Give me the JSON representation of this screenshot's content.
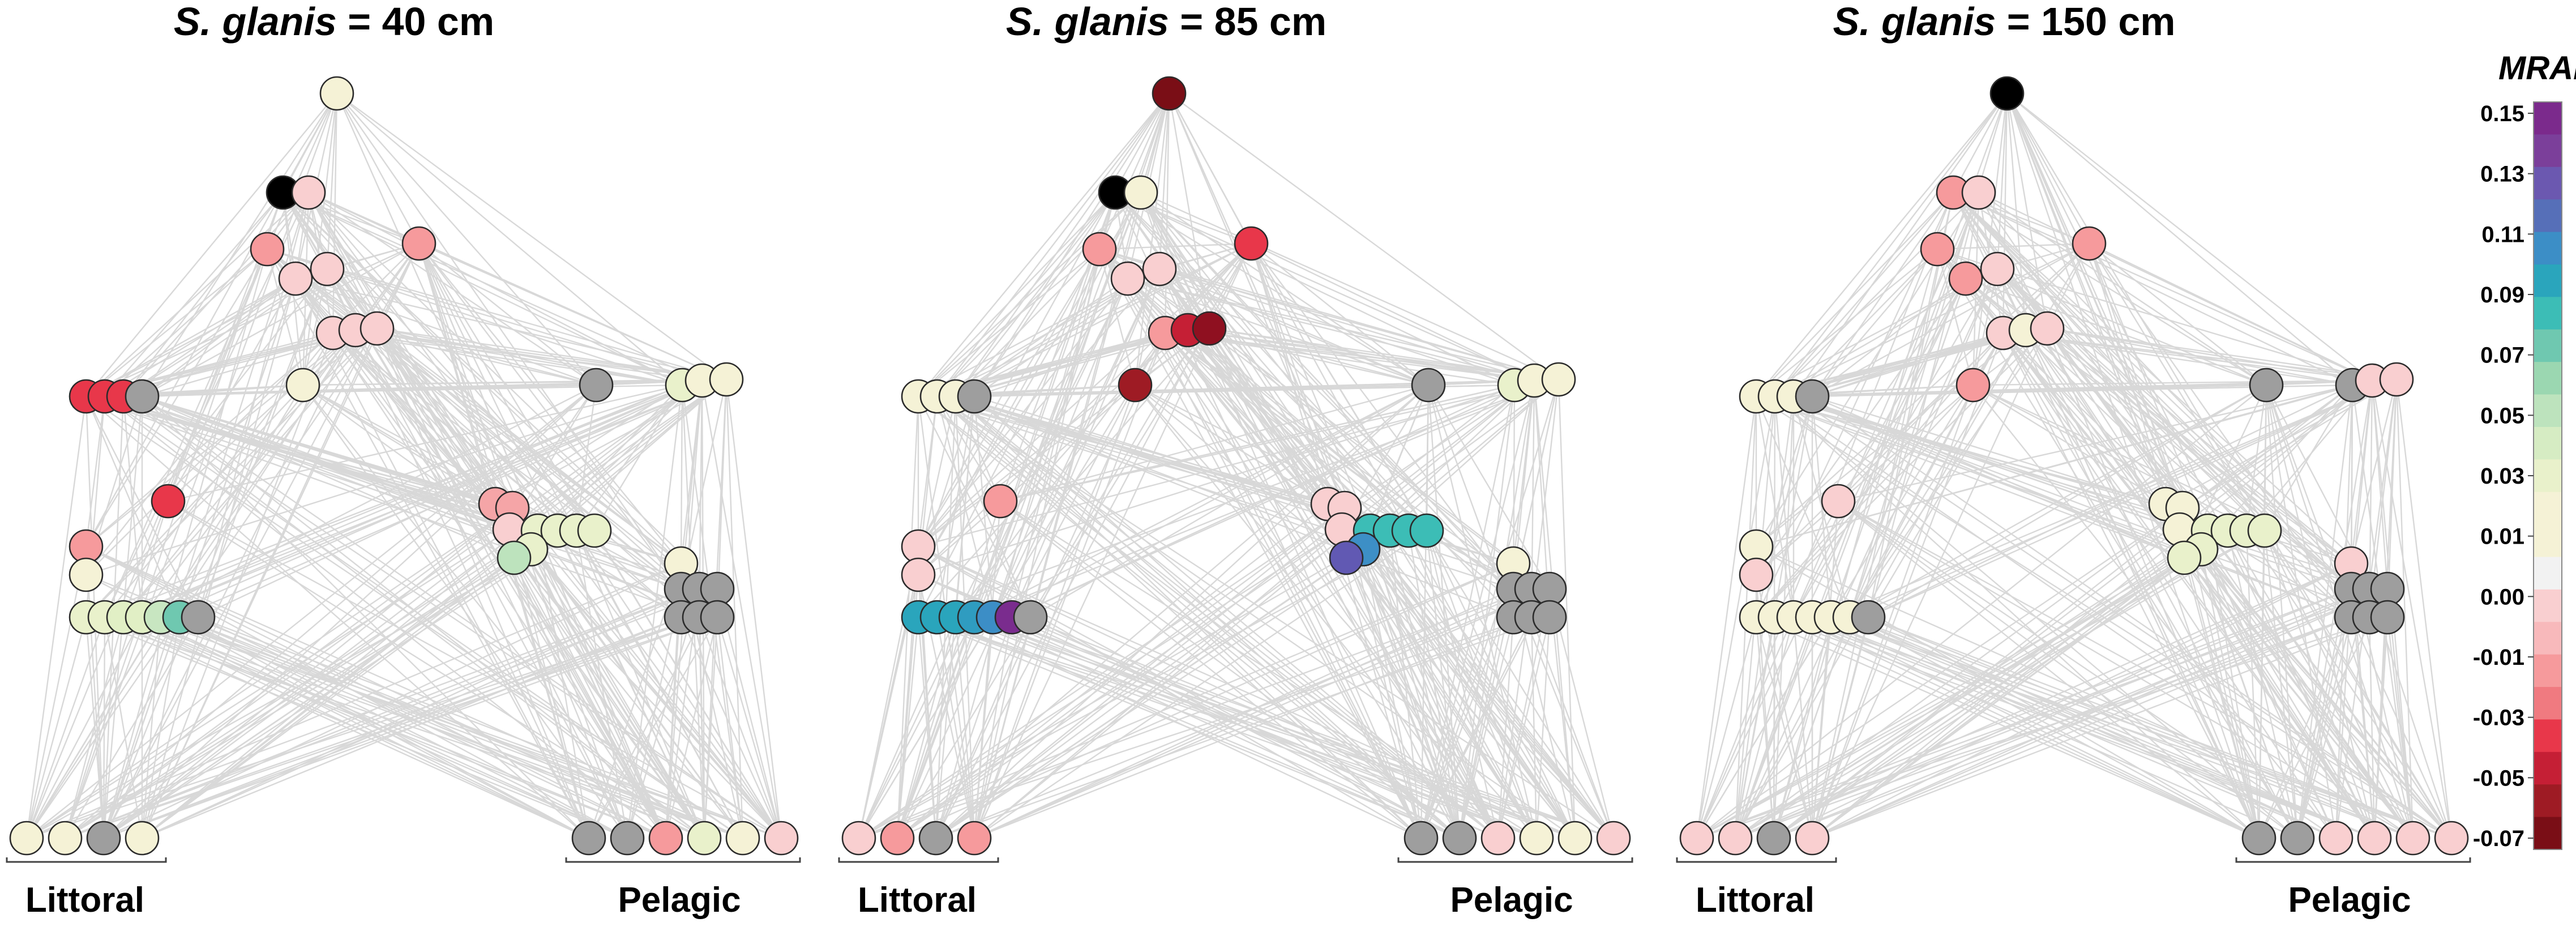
{
  "panels": [
    {
      "title_species": "S. glanis",
      "title_rest": " = 40 cm",
      "littoral_label": "Littoral",
      "pelagic_label": "Pelagic",
      "node_colors": {
        "top": "#f5f2d6",
        "n2": "#000000",
        "n3": "#f9cfd0",
        "n4": "#f69a9c",
        "n5": "#f9cfd0",
        "n6": "#f9cfd0",
        "n7": "#f69a9c",
        "n8": "#f9cfd0",
        "n9": "#f9cfd0",
        "n10": "#f9cfd0",
        "n11": "#f5f2d6",
        "lit1": [
          "#e8374a",
          "#e8374a",
          "#e8374a",
          "#9e9e9e"
        ],
        "n13": "#e8374a",
        "n14": "#f69a9c",
        "n15": "#f5f2d6",
        "lit2": [
          "#e9f1cb",
          "#e9f1cb",
          "#e1efc5",
          "#e1efc5",
          "#c8e6c1",
          "#6fc8b0",
          "#9e9e9e"
        ],
        "mid": [
          "#f5a5a7",
          "#f5a5a7",
          "#f9cfd0",
          "#e9f1cb",
          "#e9f1cb",
          "#e9f1cb",
          "#e9f1cb",
          "#e9f1cb",
          "#bde3bd"
        ],
        "pg1": [
          "#9e9e9e"
        ],
        "pg2": [
          "#e9f1cb",
          "#f5f2d6",
          "#f5f2d6"
        ],
        "pg3": "#f5f2d6",
        "pg4": [
          "#9e9e9e",
          "#9e9e9e",
          "#9e9e9e",
          "#9e9e9e",
          "#9e9e9e",
          "#9e9e9e"
        ],
        "bottom_lit": [
          "#f5f2d6",
          "#f5f2d6",
          "#9e9e9e",
          "#f5f2d6"
        ],
        "bottom_pel": [
          "#9e9e9e",
          "#9e9e9e",
          "#f69a9c",
          "#e9f1cb",
          "#f5f2d6",
          "#f9cfd0"
        ]
      }
    },
    {
      "title_species": "S. glanis",
      "title_rest": " = 85 cm",
      "littoral_label": "Littoral",
      "pelagic_label": "Pelagic",
      "node_colors": {
        "top": "#7a0e16",
        "n2": "#000000",
        "n3": "#f5f2d6",
        "n4": "#f69a9c",
        "n5": "#f9cfd0",
        "n6": "#f9cfd0",
        "n7": "#e8374a",
        "n8": "#f69a9c",
        "n9": "#c51f35",
        "n10": "#8f1020",
        "n11": "#9e1b24",
        "lit1": [
          "#f5f2d6",
          "#f5f2d6",
          "#f5f2d6",
          "#9e9e9e"
        ],
        "n13": "#f69a9c",
        "n14": "#f9cfd0",
        "n15": "#f9cfd0",
        "lit2": [
          "#2aa5bc",
          "#2aa5bc",
          "#2aa5bc",
          "#2f9cc0",
          "#3c8ec6",
          "#7a2c8e",
          "#9e9e9e"
        ],
        "mid": [
          "#f9cfd0",
          "#f9cfd0",
          "#f9cfd0",
          "#3cbdb6",
          "#3cbdb6",
          "#3cbdb6",
          "#3cbdb6",
          "#3d8fc6",
          "#6159b3"
        ],
        "pg1": [
          "#9e9e9e"
        ],
        "pg2": [
          "#e9f1cb",
          "#f5f2d6",
          "#f5f2d6"
        ],
        "pg3": "#f5f2d6",
        "pg4": [
          "#9e9e9e",
          "#9e9e9e",
          "#9e9e9e",
          "#9e9e9e",
          "#9e9e9e",
          "#9e9e9e"
        ],
        "bottom_lit": [
          "#f9cfd0",
          "#f69a9c",
          "#9e9e9e",
          "#f69a9c"
        ],
        "bottom_pel": [
          "#9e9e9e",
          "#9e9e9e",
          "#f9cfd0",
          "#f5f2d6",
          "#f5f2d6",
          "#f9cfd0"
        ]
      }
    },
    {
      "title_species": "S. glanis",
      "title_rest": " = 150 cm",
      "littoral_label": "Littoral",
      "pelagic_label": "Pelagic",
      "node_colors": {
        "top": "#000000",
        "n2": "#f69a9c",
        "n3": "#f9cfd0",
        "n4": "#f69a9c",
        "n5": "#f9cfd0",
        "n6": "#f69a9c",
        "n7": "#f69a9c",
        "n8": "#f9cfd0",
        "n9": "#f5f2d6",
        "n10": "#f9cfd0",
        "n11": "#f69a9c",
        "lit1": [
          "#f5f2d6",
          "#f5f2d6",
          "#f5f2d6",
          "#9e9e9e"
        ],
        "n13": "#f9cfd0",
        "n14": "#f5f2d6",
        "n15": "#f9cfd0",
        "lit2": [
          "#f5f2d6",
          "#f5f2d6",
          "#f5f2d6",
          "#f5f2d6",
          "#f5f2d6",
          "#f5f2d6",
          "#9e9e9e"
        ],
        "mid": [
          "#f5f2d6",
          "#f5f2d6",
          "#f5f2d6",
          "#e9f1cb",
          "#e9f1cb",
          "#e9f1cb",
          "#e9f1cb",
          "#e9f1cb",
          "#e9f1cb"
        ],
        "pg1": [
          "#9e9e9e"
        ],
        "pg2": [
          "#9e9e9e",
          "#f9cfd0",
          "#f9cfd0"
        ],
        "pg3": "#f9cfd0",
        "pg4": [
          "#9e9e9e",
          "#9e9e9e",
          "#9e9e9e",
          "#9e9e9e",
          "#9e9e9e",
          "#9e9e9e"
        ],
        "bottom_lit": [
          "#f9cfd0",
          "#f9cfd0",
          "#9e9e9e",
          "#f9cfd0"
        ],
        "bottom_pel": [
          "#9e9e9e",
          "#9e9e9e",
          "#f9cfd0",
          "#f9cfd0",
          "#f9cfd0",
          "#f9cfd0"
        ]
      }
    }
  ],
  "legend": {
    "title": "MRAD",
    "ticks": [
      "0.15",
      "0.13",
      "0.11",
      "0.09",
      "0.07",
      "0.05",
      "0.03",
      "0.01",
      "0.00",
      "-0.01",
      "-0.03",
      "-0.05",
      "-0.07"
    ],
    "colors": [
      "#7b2a8c",
      "#7b3f9a",
      "#6b58b0",
      "#566fb8",
      "#3c8ec6",
      "#2aa5bc",
      "#3cbdb6",
      "#6fc8b0",
      "#9bd7b1",
      "#bde3bd",
      "#d6ecc3",
      "#e9f1cb",
      "#f5f2d6",
      "#f5f2d6",
      "#f2f2f2",
      "#f9cfd0",
      "#f8b9bb",
      "#f69a9c",
      "#f07a80",
      "#e8374a",
      "#c51f35",
      "#9e1b24",
      "#7a0e16"
    ]
  },
  "style": {
    "edge_color": "#d2d2d2",
    "node_stroke": "#2b2b2b",
    "bracket_color": "#444444"
  }
}
